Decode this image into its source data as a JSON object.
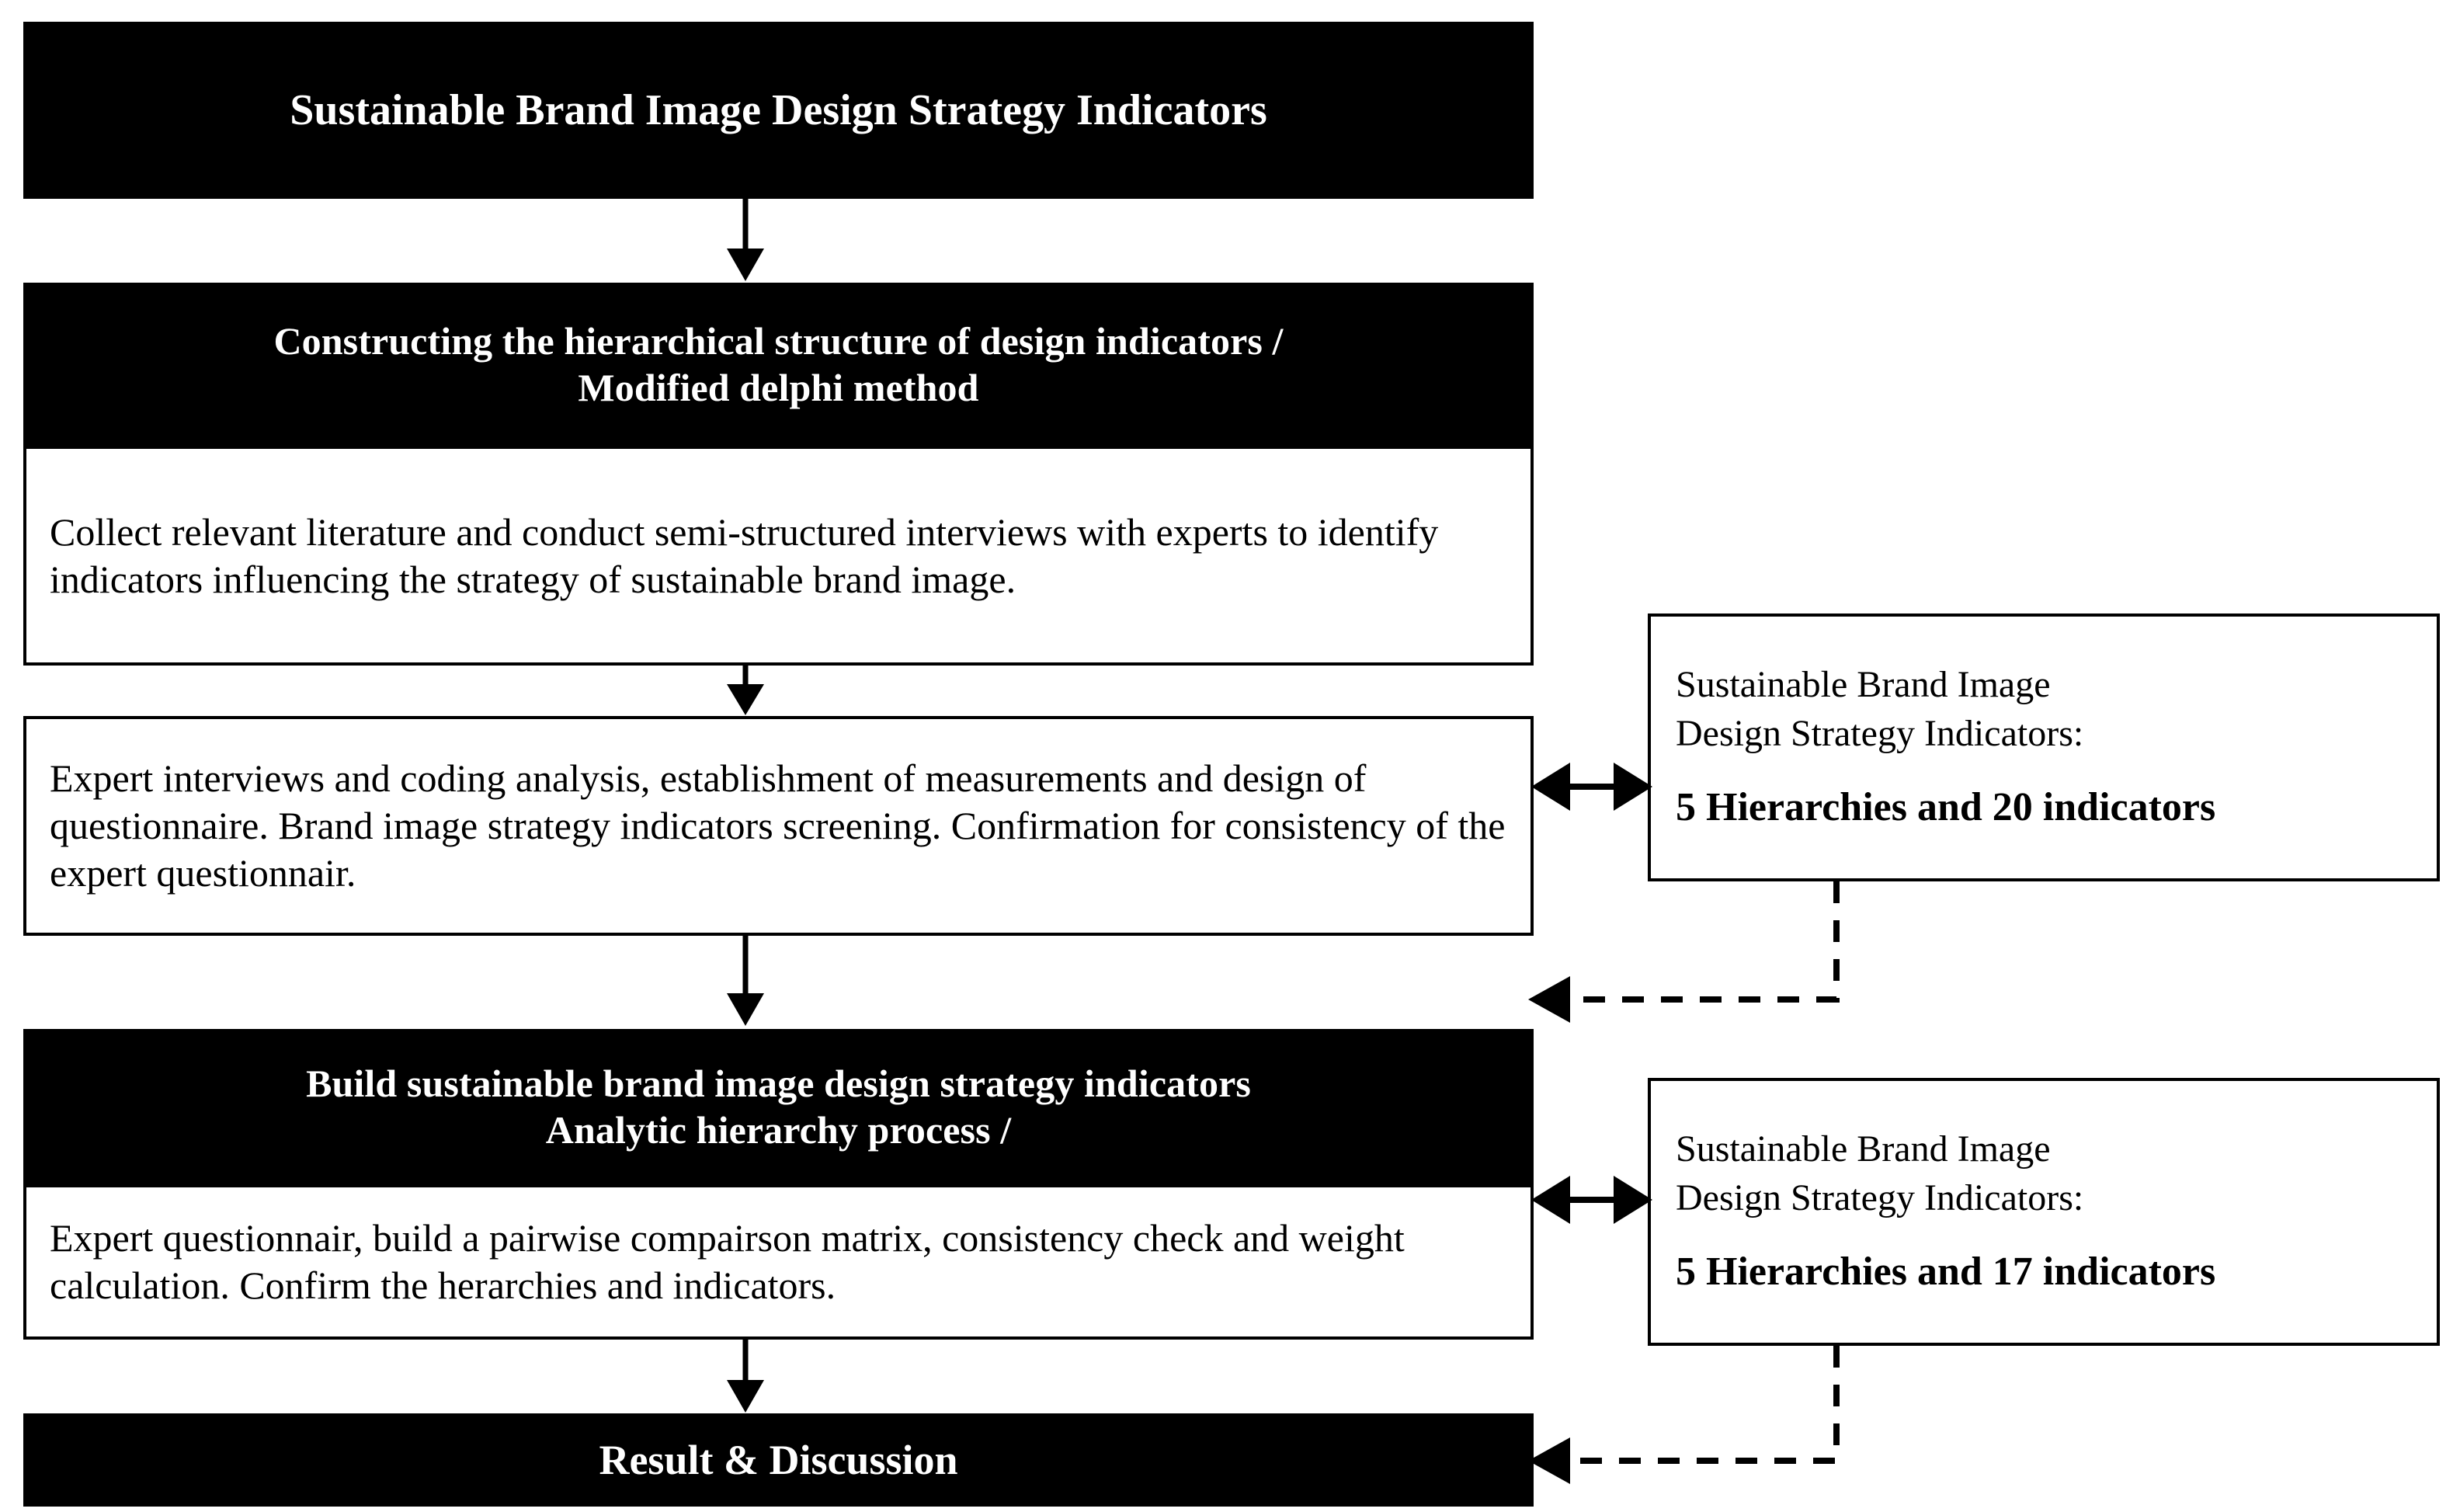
{
  "diagram": {
    "title": "Sustainable Brand Image Design Strategy Indicators",
    "flow": {
      "title_box": {
        "label": "Sustainable Brand Image Design Strategy Indicators"
      },
      "stage1": {
        "header_line1": "Constructing the hierarchical structure of design indicators /",
        "header_line2": "Modified delphi method",
        "body": "Collect relevant literature and conduct semi-structured interviews with experts to identify indicators influencing the strategy of sustainable brand image."
      },
      "stage1_detail": {
        "body": "Expert interviews and coding analysis, establishment of measurements and design of questionnaire. Brand image strategy indicators screening. Confirmation for consistency of the expert questionnair."
      },
      "stage2": {
        "header_line1": "Build sustainable brand image design strategy indicators",
        "header_line2": "Analytic hierarchy process /",
        "body": "Expert questionnair, build a pairwise compairson matrix, consistency check and weight calculation. Confirm the herarchies and indicators."
      },
      "result_box": {
        "label": "Result & Discussion"
      }
    },
    "side_panels": [
      {
        "line1": "Sustainable Brand Image",
        "line2": "Design Strategy Indicators:",
        "emphasis": "5 Hierarchies and 20 indicators"
      },
      {
        "line1": "Sustainable Brand Image",
        "line2": "Design Strategy Indicators:",
        "emphasis": "5 Hierarchies and 17 indicators"
      }
    ],
    "connectors": [
      {
        "name": "title-to-stage1",
        "style": "solid",
        "direction": "down"
      },
      {
        "name": "stage1-body-to-detail",
        "style": "solid",
        "direction": "down"
      },
      {
        "name": "detail-to-stage2",
        "style": "solid",
        "direction": "down"
      },
      {
        "name": "stage2-body-to-result",
        "style": "solid",
        "direction": "down"
      },
      {
        "name": "detail-to-panel1",
        "style": "solid",
        "direction": "both"
      },
      {
        "name": "stage2-body-to-panel2",
        "style": "solid",
        "direction": "both"
      },
      {
        "name": "panel1-to-stage2",
        "style": "dashed",
        "direction": "left"
      },
      {
        "name": "panel2-to-result",
        "style": "dashed",
        "direction": "left"
      }
    ],
    "colors": {
      "fill_dark": "#000000",
      "fill_light": "#ffffff",
      "stroke": "#000000",
      "text_on_dark": "#ffffff",
      "text_on_light": "#000000"
    }
  }
}
